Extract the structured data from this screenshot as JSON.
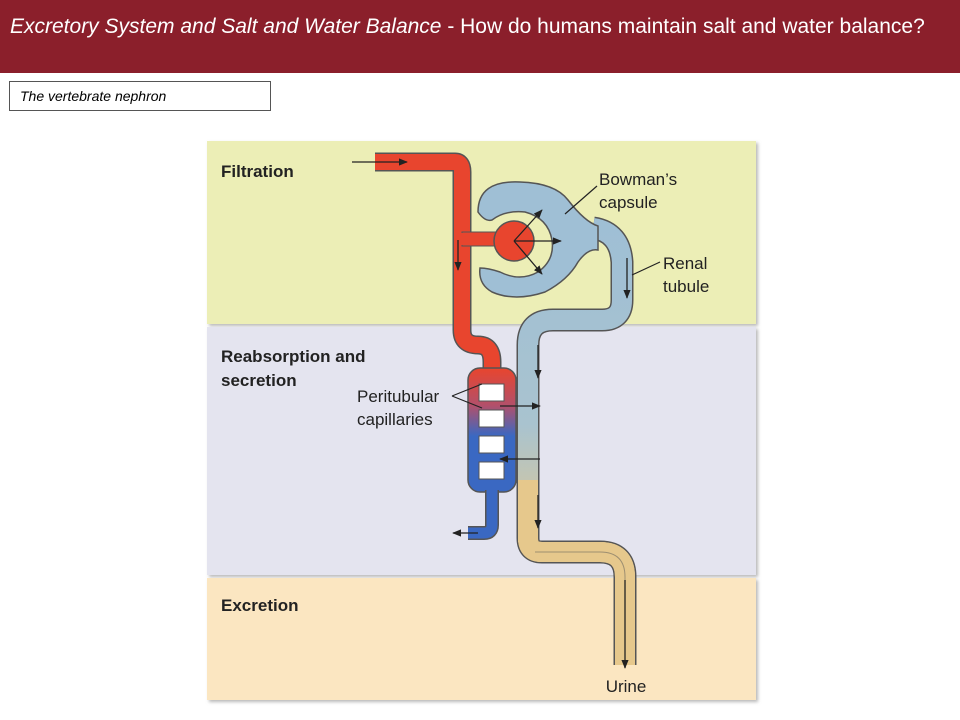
{
  "header": {
    "title_italic": "Excretory System and Salt and Water Balance",
    "title_rest": " - How do humans maintain salt and water balance?"
  },
  "caption": "The vertebrate nephron",
  "diagram": {
    "bands": {
      "filtration": "Filtration",
      "reabsorption_line1": "Reabsorption and",
      "reabsorption_line2": "secretion",
      "excretion": "Excretion"
    },
    "labels": {
      "bowmans_line1": "Bowman’s",
      "bowmans_line2": "capsule",
      "renal_line1": "Renal",
      "renal_line2": "tubule",
      "peritubular_line1": "Peritubular",
      "peritubular_line2": "capillaries",
      "urine": "Urine"
    },
    "colors": {
      "header": "#8b1f2b",
      "filtration_band": "#eceeb6",
      "reabsorption_band": "#e4e4ef",
      "excretion_band": "#fbe6c1",
      "artery_red": "#e8452e",
      "vein_blue": "#3a68c2",
      "tubule_blue": "#9fbfd5",
      "tubule_tan": "#e6c88c"
    }
  }
}
